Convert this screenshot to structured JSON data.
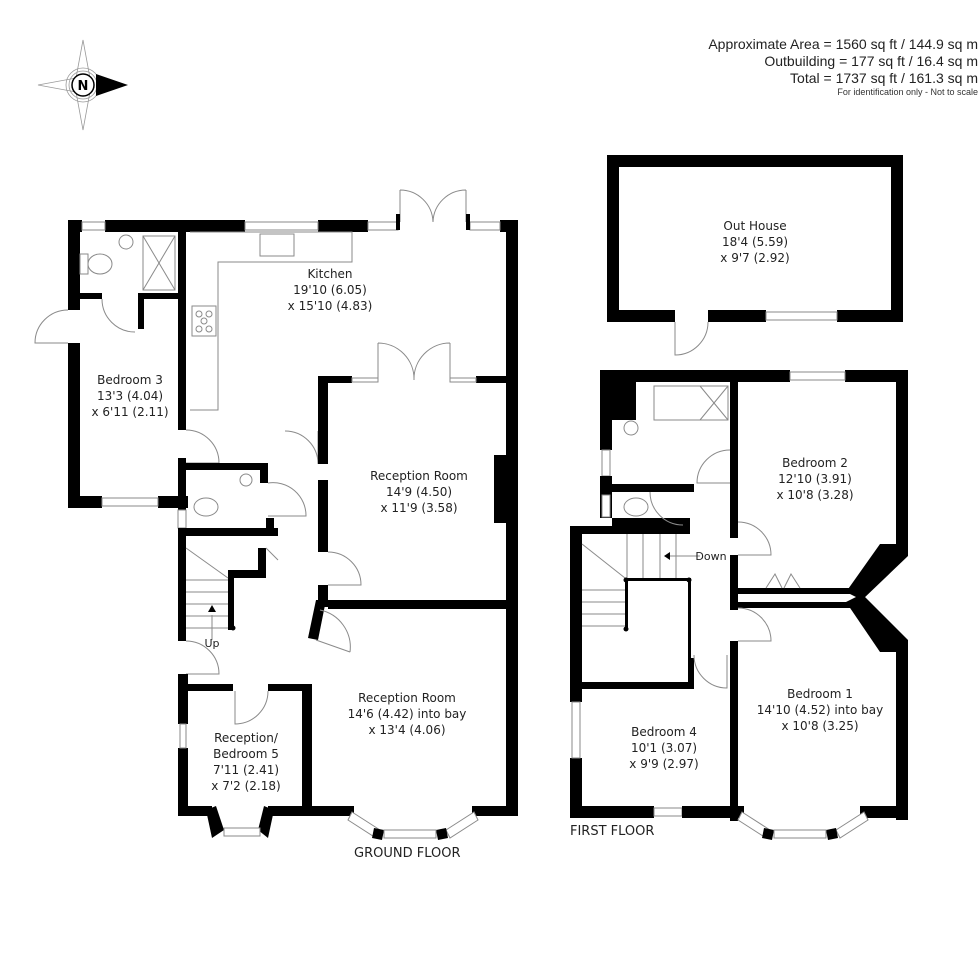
{
  "areas": {
    "approximate": "Approximate Area = 1560 sq ft / 144.9 sq m",
    "outbuilding": "Outbuilding = 177 sq ft / 16.4 sq m",
    "total": "Total = 1737 sq ft / 161.3 sq m",
    "note": "For identification only - Not to scale"
  },
  "compass": {
    "letter": "N",
    "icon": "compass-north-arrow-icon"
  },
  "floors": {
    "ground": {
      "label": "GROUND FLOOR",
      "rooms": [
        {
          "name": "Kitchen",
          "dim1": "19'10 (6.05)",
          "dim2": "x 15'10 (4.83)"
        },
        {
          "name": "Bedroom 3",
          "dim1": "13'3 (4.04)",
          "dim2": "x 6'11 (2.11)"
        },
        {
          "name": "Reception Room",
          "dim1": "14'9 (4.50)",
          "dim2": "x 11'9 (3.58)"
        },
        {
          "name": "Reception Room",
          "dim1": "14'6 (4.42) into bay",
          "dim2": "x 13'4 (4.06)"
        },
        {
          "name": "Reception/",
          "name2": "Bedroom 5",
          "dim1": "7'11 (2.41)",
          "dim2": "x 7'2 (2.18)"
        }
      ],
      "stairs_label": "Up"
    },
    "first": {
      "label": "FIRST FLOOR",
      "rooms": [
        {
          "name": "Bedroom 2",
          "dim1": "12'10 (3.91)",
          "dim2": "x 10'8 (3.28)"
        },
        {
          "name": "Bedroom 1",
          "dim1": "14'10 (4.52) into bay",
          "dim2": "x 10'8 (3.25)"
        },
        {
          "name": "Bedroom 4",
          "dim1": "10'1 (3.07)",
          "dim2": "x 9'9 (2.97)"
        }
      ],
      "stairs_label": "Down"
    },
    "outbuilding": {
      "rooms": [
        {
          "name": "Out House",
          "dim1": "18'4 (5.59)",
          "dim2": "x 9'7 (2.92)"
        }
      ]
    }
  }
}
